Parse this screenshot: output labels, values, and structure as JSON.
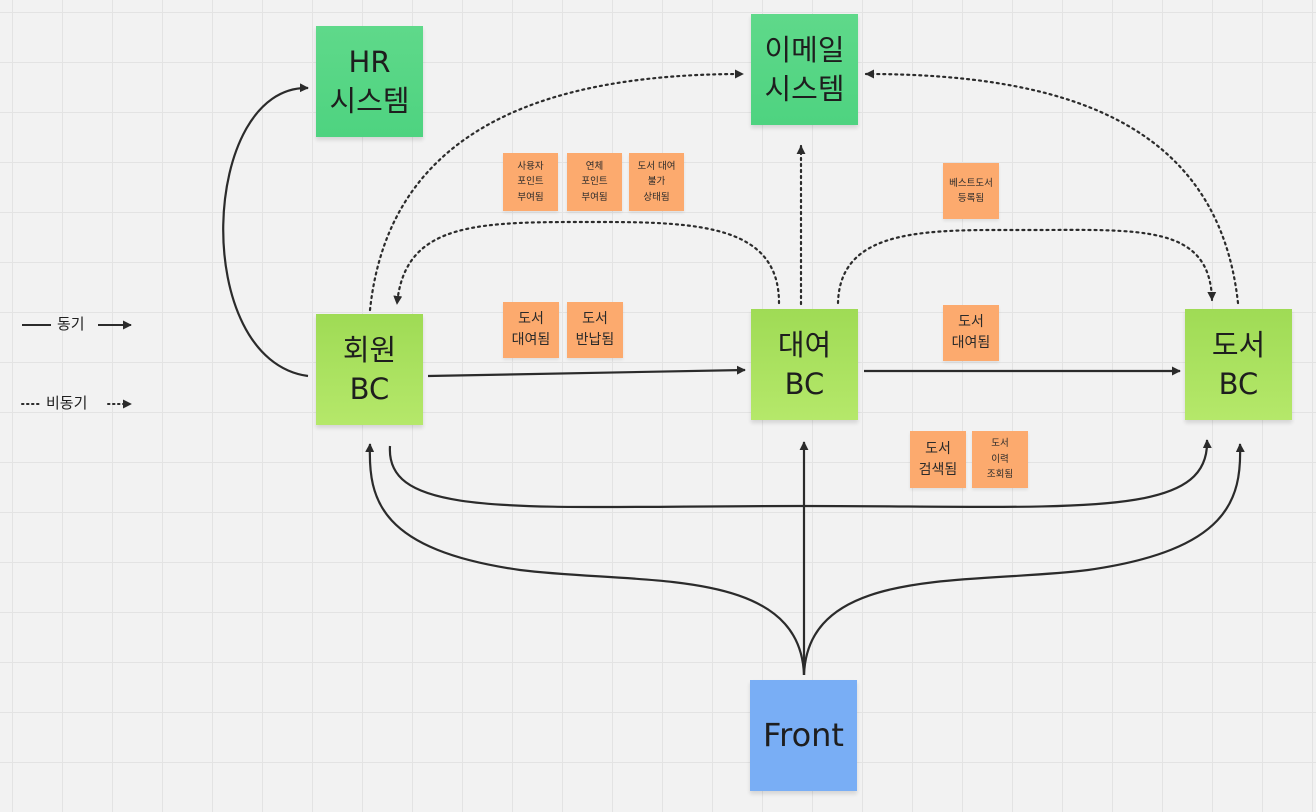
{
  "nodes": {
    "hr": {
      "line1": "HR",
      "line2": "시스템",
      "color": "#4ed380"
    },
    "email": {
      "line1": "이메일",
      "line2": "시스템",
      "color": "#4ed380"
    },
    "member": {
      "line1": "회원",
      "line2": "BC",
      "color": "#a8e05f"
    },
    "rental": {
      "line1": "대여",
      "line2": "BC",
      "color": "#a8e05f"
    },
    "book": {
      "line1": "도서",
      "line2": "BC",
      "color": "#a8e05f"
    },
    "front": {
      "label": "Front",
      "color": "#79aef5"
    }
  },
  "events": {
    "point_given": [
      "사용자",
      "포인트",
      "부여됨"
    ],
    "overdue_point": [
      "연체",
      "포인트",
      "부여됨"
    ],
    "rental_unavailable": [
      "도서 대여",
      "불가",
      "상태됨"
    ],
    "bestseller": [
      "베스트도서",
      "등록됨"
    ],
    "book_rented_a": [
      "도서",
      "대여됨"
    ],
    "book_returned": [
      "도서",
      "반납됨"
    ],
    "book_rented_b": [
      "도서",
      "대여됨"
    ],
    "book_searched": [
      "도서",
      "검색됨"
    ],
    "history_viewed": [
      "도서",
      "이력",
      "조회됨"
    ],
    "color": "#fcaa6e"
  },
  "legend": {
    "sync": "동기",
    "async": "비동기"
  }
}
